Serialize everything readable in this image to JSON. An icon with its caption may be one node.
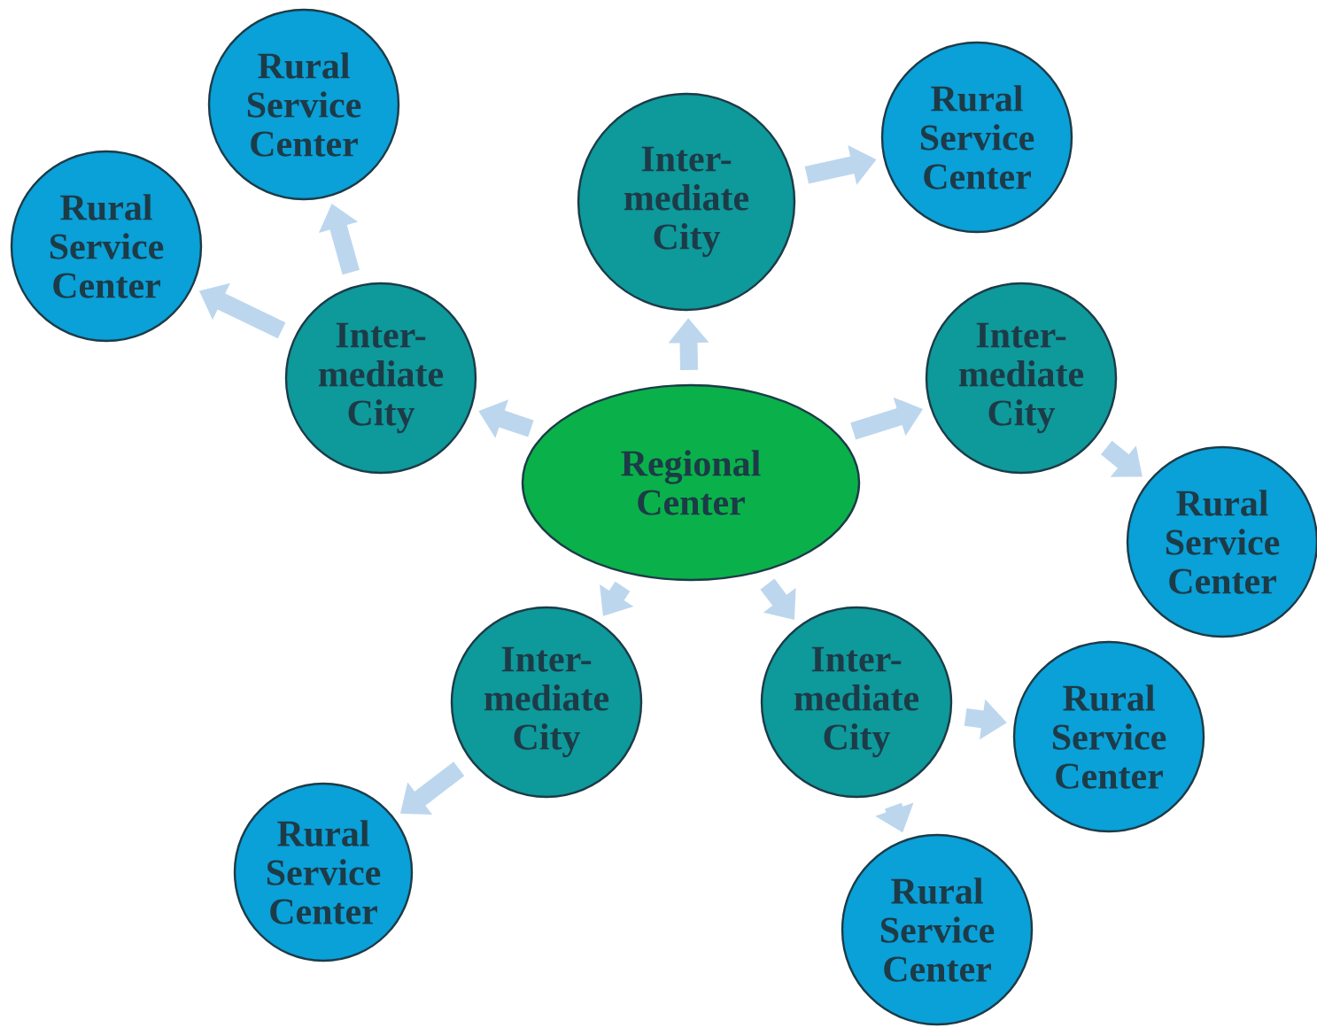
{
  "diagram": {
    "nodes": [
      {
        "text": [
          "Regional Center"
        ]
      },
      {
        "text": [
          "Rural Service Center"
        ]
      },
      {
        "text": [
          "Rural Service Center"
        ]
      },
      {
        "text": [
          "Inter-mediate City"
        ]
      },
      {
        "text": [
          "Rural Service Center"
        ]
      },
      {
        "text": [
          "Inter-mediate City"
        ]
      },
      {
        "text": [
          "Inter-mediate City"
        ]
      },
      {
        "text": [
          "Rural Service Center"
        ]
      },
      {
        "text": [
          "Inter-mediate City"
        ]
      },
      {
        "text": [
          "Inter-mediate City"
        ]
      },
      {
        "text": [
          "Rural Service Center"
        ]
      },
      {
        "text": [
          "Rural Service Center"
        ]
      },
      {
        "text": [
          "Rural Service Center"
        ]
      }
    ],
    "edges": [
      {
        "from": 0,
        "to": 3,
        "arrow": "to"
      },
      {
        "from": 0,
        "to": 5,
        "arrow": "to"
      },
      {
        "from": 0,
        "to": 6,
        "arrow": "to"
      },
      {
        "from": 0,
        "to": 8,
        "arrow": "to"
      },
      {
        "from": 0,
        "to": 9,
        "arrow": "to"
      },
      {
        "from": 5,
        "to": 1,
        "arrow": "to"
      },
      {
        "from": 5,
        "to": 2,
        "arrow": "to"
      },
      {
        "from": 3,
        "to": 4,
        "arrow": "to"
      },
      {
        "from": 6,
        "to": 7,
        "arrow": "to"
      },
      {
        "from": 8,
        "to": 11,
        "arrow": "to"
      },
      {
        "from": 9,
        "to": 10,
        "arrow": "to"
      },
      {
        "from": 9,
        "to": 12,
        "arrow": "to"
      }
    ]
  }
}
